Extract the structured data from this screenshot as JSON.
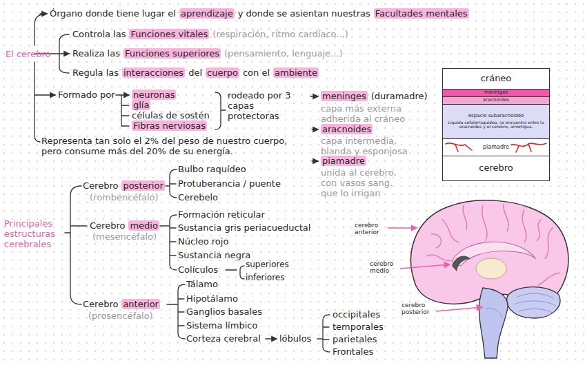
{
  "diagram": {
    "nodes": [
      {
        "text": [
          "cráneo"
        ]
      },
      {
        "text": [
          "meninges"
        ]
      },
      {
        "text": [
          "aracnoides"
        ]
      },
      {
        "text": [
          "espacio subaracnoideo",
          "Líquido cefalorraquídeo, se encuentra entre la aracnoides y el cerebro, amortigua."
        ]
      },
      {
        "text": [
          "piamadre"
        ]
      },
      {
        "text": [
          "cerebro"
        ]
      }
    ],
    "labels": [
      "El cerebro",
      "Órgano donde tiene lugar el",
      "aprendizaje",
      "y donde se asientan nuestras",
      "Facultades mentales",
      "Controla las",
      "Funciones vitales",
      "(respiración, ritmo cardíaco...)",
      "Realiza las",
      "Funciones superiores",
      "(pensamiento, lenguaje...)",
      "Regula las",
      "interacciones",
      "del",
      "cuerpo",
      "con el",
      "ambiente",
      "Formado por",
      "neuronas",
      "glía",
      "células de sostén",
      "Fibras nerviosas",
      "rodeado por 3 capas protectoras",
      "meninges",
      "(duramadre)",
      "capa más externa adherida al cráneo",
      "aracnoides",
      "capa intermedia, blanda y esponjosa",
      "piamadre",
      "unida al cerebro, con vasos sang. que lo irrigan",
      "Representa tan solo el 2% del peso de nuestro cuerpo, pero consume más del 20% de su energía.",
      "Principales estructuras cerebrales",
      "Cerebro",
      "posterior",
      "(rombencéfalo)",
      "Bulbo raquídeo",
      "Protuberancia / puente",
      "Cerebelo",
      "Cerebro",
      "medio",
      "(mesencéfalo)",
      "Formación reticular",
      "Sustancia gris periacueductal",
      "Núcleo rojo",
      "Sustancia negra",
      "Colículos",
      "superiores",
      "inferiores",
      "Cerebro",
      "anterior",
      "(prosencéfalo)",
      "Tálamo",
      "Hipotálamo",
      "Ganglios basales",
      "Sistema límbico",
      "Corteza cerebral",
      "lóbulos",
      "occipitales",
      "temporales",
      "parietales",
      "Frontales",
      "cerebro anterior",
      "cerebro medio",
      "cerebro posterior"
    ]
  }
}
